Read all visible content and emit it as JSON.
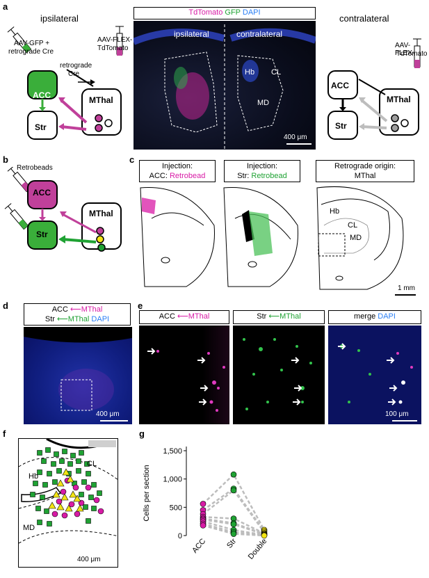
{
  "panels": {
    "a": "a",
    "b": "b",
    "c": "c",
    "d": "d",
    "e": "e",
    "f": "f",
    "g": "g"
  },
  "a": {
    "ipsi_title": "ipsilateral",
    "contra_title": "contralateral",
    "legend": {
      "td": "TdTomato",
      "gfp": "GFP",
      "dapi": "DAPI"
    },
    "micro_ipsi": "ipsilateral",
    "micro_contra": "contralateral",
    "hb": "Hb",
    "cl": "CL",
    "md": "MD",
    "scale": "400 μm",
    "inj_left_1": "AAV-GFP +",
    "inj_left_2": "retrograde Cre",
    "inj_mid_1": "AAV-FLEX-",
    "inj_mid_2": "TdTomato",
    "retro_1": "retrograde",
    "retro_2": "Cre",
    "acc": "ACC",
    "str": "Str",
    "mthal": "MThal",
    "inj_right_1": "AAV-FLEX-",
    "inj_right_2": "TdTomato"
  },
  "b": {
    "retrobeads": "Retrobeads",
    "acc": "ACC",
    "str": "Str",
    "mthal": "MThal"
  },
  "c": {
    "box1_l1": "Injection:",
    "box1_l2a": "ACC: ",
    "box1_l2b": "Retrobead",
    "box2_l1": "Injection:",
    "box2_l2a": "Str: ",
    "box2_l2b": "Retrobead",
    "box3_l1": "Retrograde origin:",
    "box3_l2": "MThal",
    "hb": "Hb",
    "cl": "CL",
    "md": "MD",
    "scale": "1 mm"
  },
  "d": {
    "l1a": "ACC ",
    "l1b": "MThal",
    "l2a": "Str ",
    "l2b": "MThal",
    "l2c": " DAPI",
    "scale": "400 μm"
  },
  "e": {
    "h1a": "ACC ",
    "h1b": "MThal",
    "h2a": "Str ",
    "h2b": "MThal",
    "h3a": "merge ",
    "h3b": "DAPI",
    "scale": "100 μm"
  },
  "f": {
    "hb": "Hb",
    "cl": "CL",
    "md": "MD",
    "scale": "400 μm"
  },
  "colors": {
    "magenta": "#d81ba6",
    "green": "#1fa233",
    "yellow": "#f2e414",
    "blue": "#2a7ff5",
    "grey": "#bdbdbd"
  },
  "chart_data": {
    "type": "scatter",
    "ylabel": "Cells per section",
    "categories": [
      "ACC",
      "Str",
      "Double"
    ],
    "yticks": [
      0,
      500,
      1000,
      1500
    ],
    "ytick_labels": [
      "0",
      "500",
      "1,000",
      "1,500"
    ],
    "ylim": [
      0,
      1500
    ],
    "acc_values": [
      560,
      450,
      380,
      330,
      300,
      280,
      250,
      210,
      180
    ],
    "str_values": [
      1080,
      830,
      800,
      300,
      220,
      200,
      100,
      60,
      30
    ],
    "double_values": [
      100,
      80,
      60,
      40,
      30,
      20,
      10,
      5,
      0
    ]
  }
}
